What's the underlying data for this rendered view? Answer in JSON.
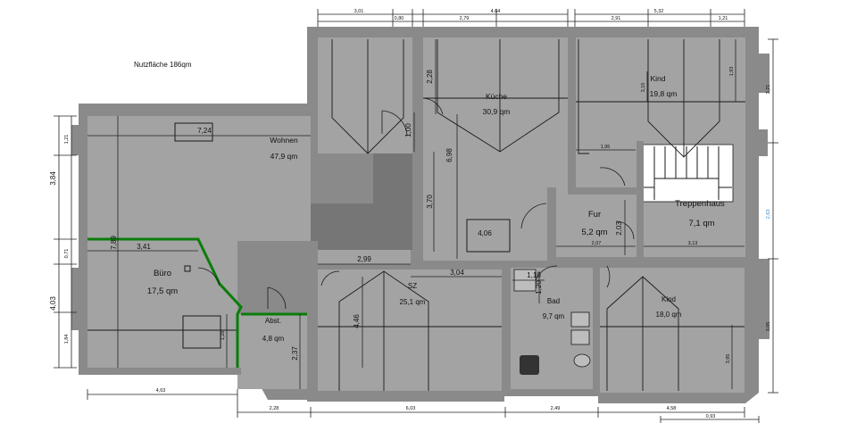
{
  "heading": "Nutzfläche 186qm",
  "rooms": {
    "wohnen_name": "Wohnen",
    "wohnen_area": "47,9 qm",
    "kuche_name": "Küche",
    "kuche_area": "30,9 qm",
    "kind1_name": "Kind",
    "kind1_area": "19,8 qm",
    "treppenhaus_name": "Treppenhaus",
    "treppenhaus_area": "7,1 qm",
    "flur_name": "Fur",
    "flur_area": "5,2 qm",
    "buro_name": "Büro",
    "buro_area": "17,5 qm",
    "abst_name": "Abst.",
    "abst_area": "4,8 qm",
    "sz_name": "SZ",
    "sz_area": "25,1 qm",
    "bad_name": "Bad",
    "bad_area": "9,7 qm",
    "kind2_name": "Kind",
    "kind2_area": "18,0 qm"
  },
  "dims": {
    "top1": "3,01",
    "top2": "0,80",
    "top3": "2,79",
    "top4": "4,64",
    "top5": "2,91",
    "top6": "5,32",
    "top7": "1,21",
    "left_1_21": "1,21",
    "left_3_84": "3,84",
    "left_0_71": "0,71",
    "left_4_03": "4,03",
    "left_1_84": "1,84",
    "right_3_21": "3,21",
    "right_2_63": "2,63",
    "right_3_05": "3,05",
    "bottom_4_63": "4,63",
    "bottom_2_28": "2,28",
    "bottom_6_03": "6,03",
    "bottom_2_49": "2,49",
    "bottom_4_58": "4,58",
    "bottom_0_93": "0,93",
    "in_7_24": "7,24",
    "in_1_00": "1,00",
    "in_2_28": "2,28",
    "in_6_98": "6,98",
    "in_3_70": "3,70",
    "in_4_06": "4,06",
    "in_1_95": "1,95",
    "in_2_03": "2,03",
    "in_2_07": "2,07",
    "in_3_13": "3,13",
    "in_1_93": "1,93",
    "in_3_15": "3,15",
    "in_7_89": "7,89",
    "in_3_41": "3,41",
    "in_1_28": "1,28",
    "in_2_37": "2,37",
    "in_2_99": "2,99",
    "in_3_04": "3,04",
    "in_4_46": "4,46",
    "in_1_10": "1,10",
    "in_1_20": "1,20",
    "in_3_95": "3,95"
  }
}
